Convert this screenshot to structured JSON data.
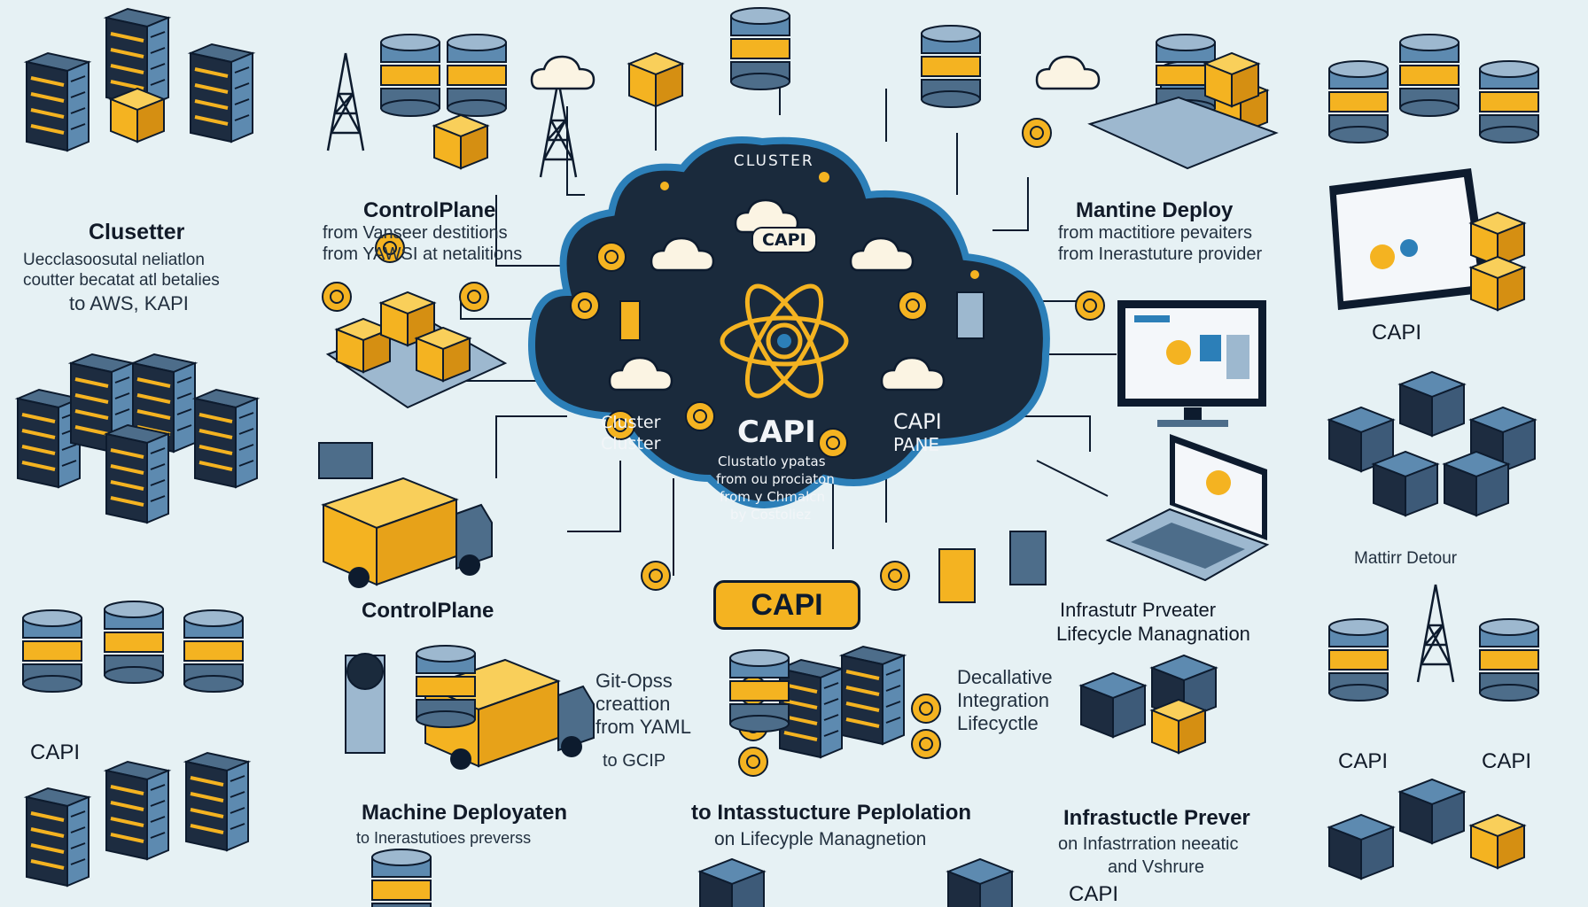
{
  "colors": {
    "background": "#e6f1f4",
    "navy": "#0d1b2e",
    "slate": "#4d6d8a",
    "steel_blue": "#5d8ab0",
    "amber": "#f4b321",
    "cloud_fill": "#1a2a3c"
  },
  "cloud": {
    "top_label": "CLUSTER",
    "small_capi": "CAPI",
    "left_label_1": "Cluster",
    "left_label_2": "Cluster",
    "center_label": "CAPI",
    "right_label_1": "CAPI",
    "right_label_2": "PANE",
    "body_lines": [
      "Clustatlo ypatas",
      "from ou prociaton",
      "from y Chmalcn",
      "by Costoliez"
    ]
  },
  "center_badge": "CAPI",
  "left_column": {
    "title": "Clusetter",
    "desc": [
      "Uecclasoosutal neliatlon",
      "coutter becatat atl betalies",
      "to AWS, KAPI"
    ],
    "capi_label": "CAPI"
  },
  "controlplane_top": {
    "title": "ControlPlane",
    "desc": [
      "from Vanseer destitions",
      "from YAWSI at netalitions"
    ]
  },
  "controlplane_bottom": {
    "title": "ControlPlane"
  },
  "machine_top": {
    "title": "Mantine Deploy",
    "desc": [
      "from mactitiore pevaiters",
      "from Inerastuture provider"
    ]
  },
  "right_column": {
    "capi_1": "CAPI",
    "deploy_label": "Mattirr Detour",
    "capi_2": "CAPI",
    "capi_3": "CAPI"
  },
  "infra_provider": {
    "line1": "Infrastutr Prveater",
    "line2": "Lifecycle Managnation"
  },
  "gitops": {
    "lines": [
      "Git-Opss",
      "creattion",
      "from YAML",
      "to GCIP"
    ]
  },
  "declarative": {
    "lines": [
      "Decallative",
      "Integration",
      "Lifecyctle"
    ]
  },
  "machine_bottom": {
    "title": "Machine Deployaten",
    "desc": "to Inerastutioes preverss"
  },
  "infra_deploy": {
    "title": "to Intasstucture Peplolation",
    "desc": "on Lifecyple Managnetion"
  },
  "infra_bottom": {
    "title": "Infrastuctle Prever",
    "desc_1": "on Infastrration neeatic",
    "desc_2": "and Vshrure",
    "capi": "CAPI"
  }
}
